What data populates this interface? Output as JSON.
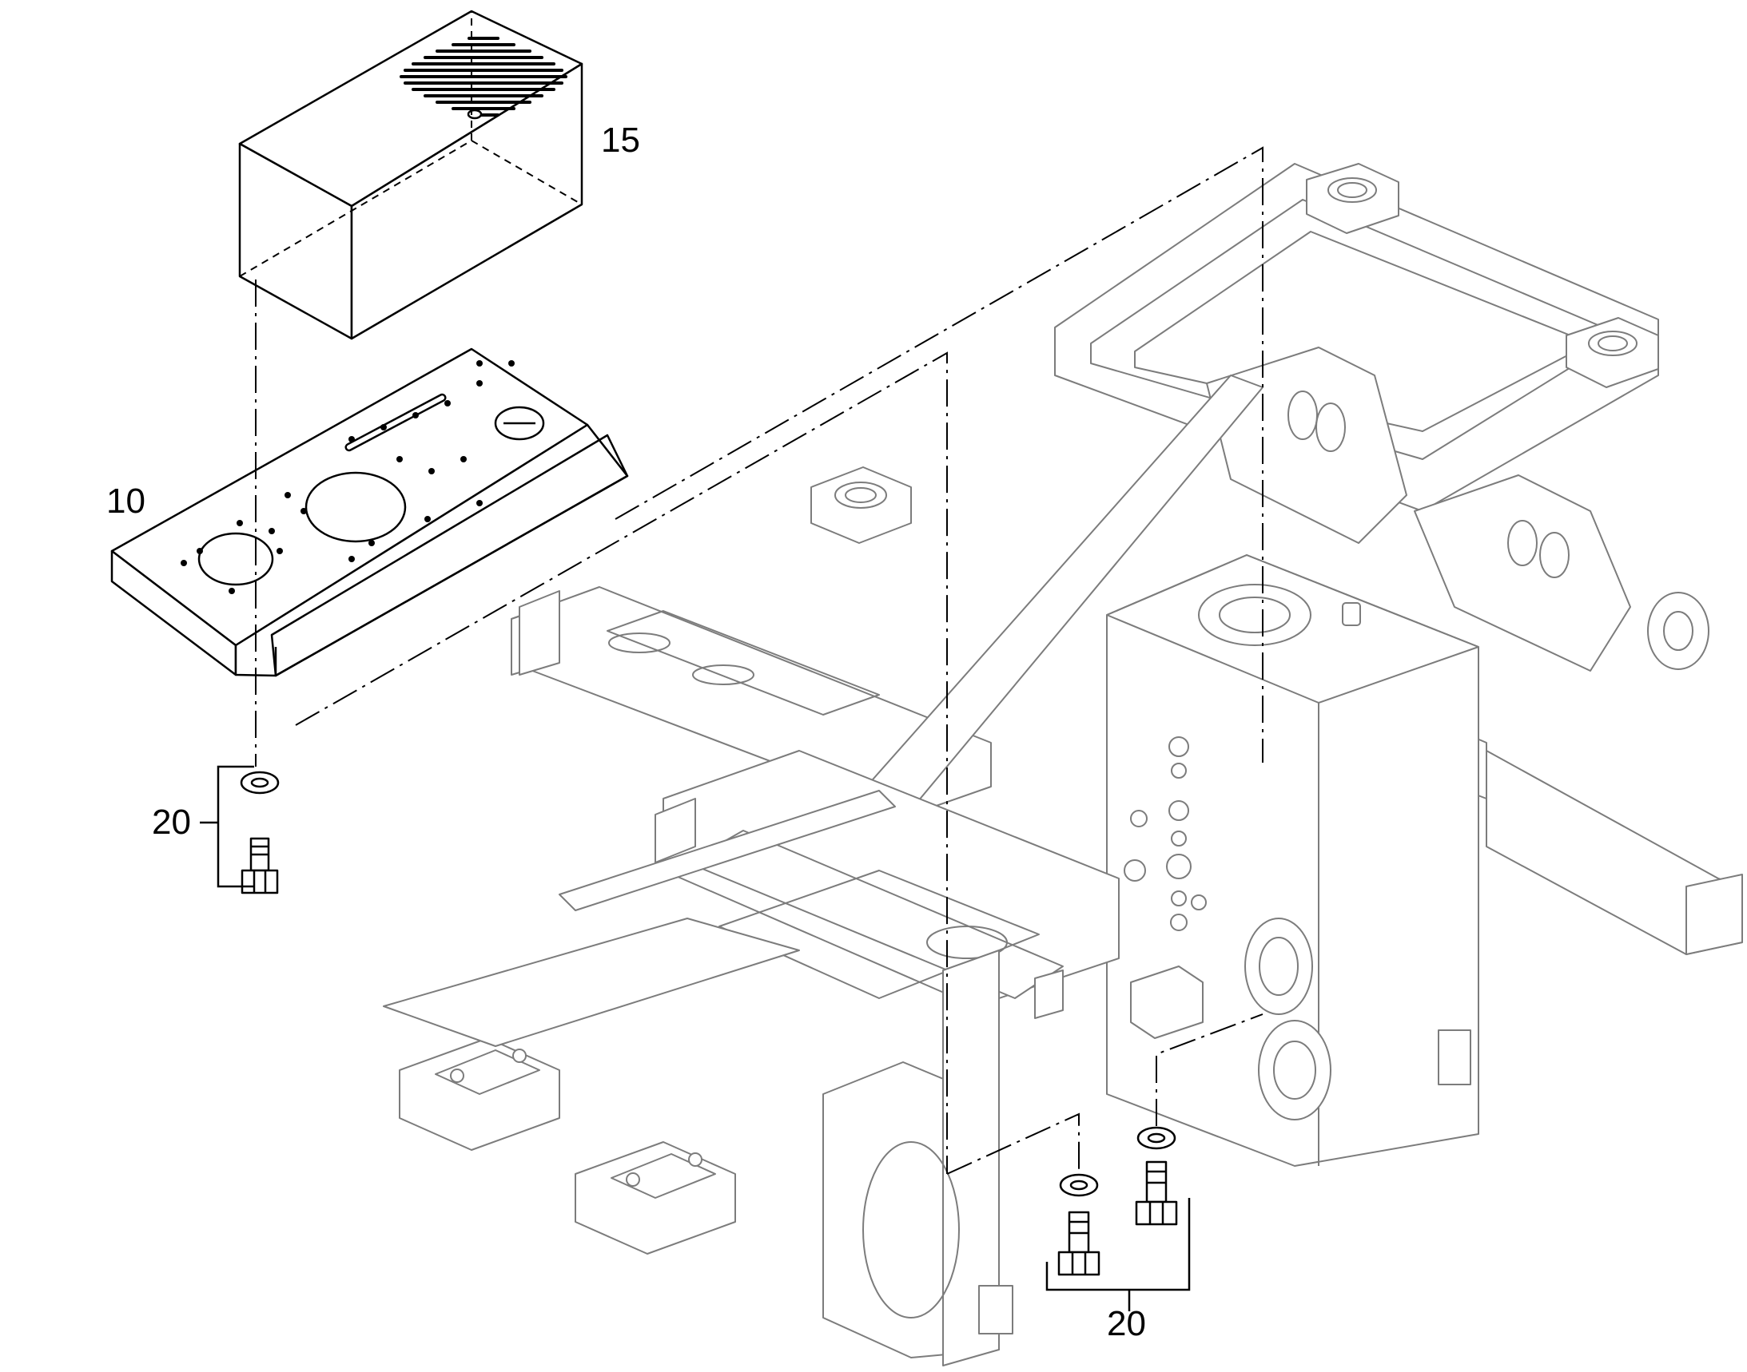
{
  "callouts": {
    "cover": "15",
    "plate": "10",
    "fasteners_left": "20",
    "fasteners_bottom": "20"
  }
}
